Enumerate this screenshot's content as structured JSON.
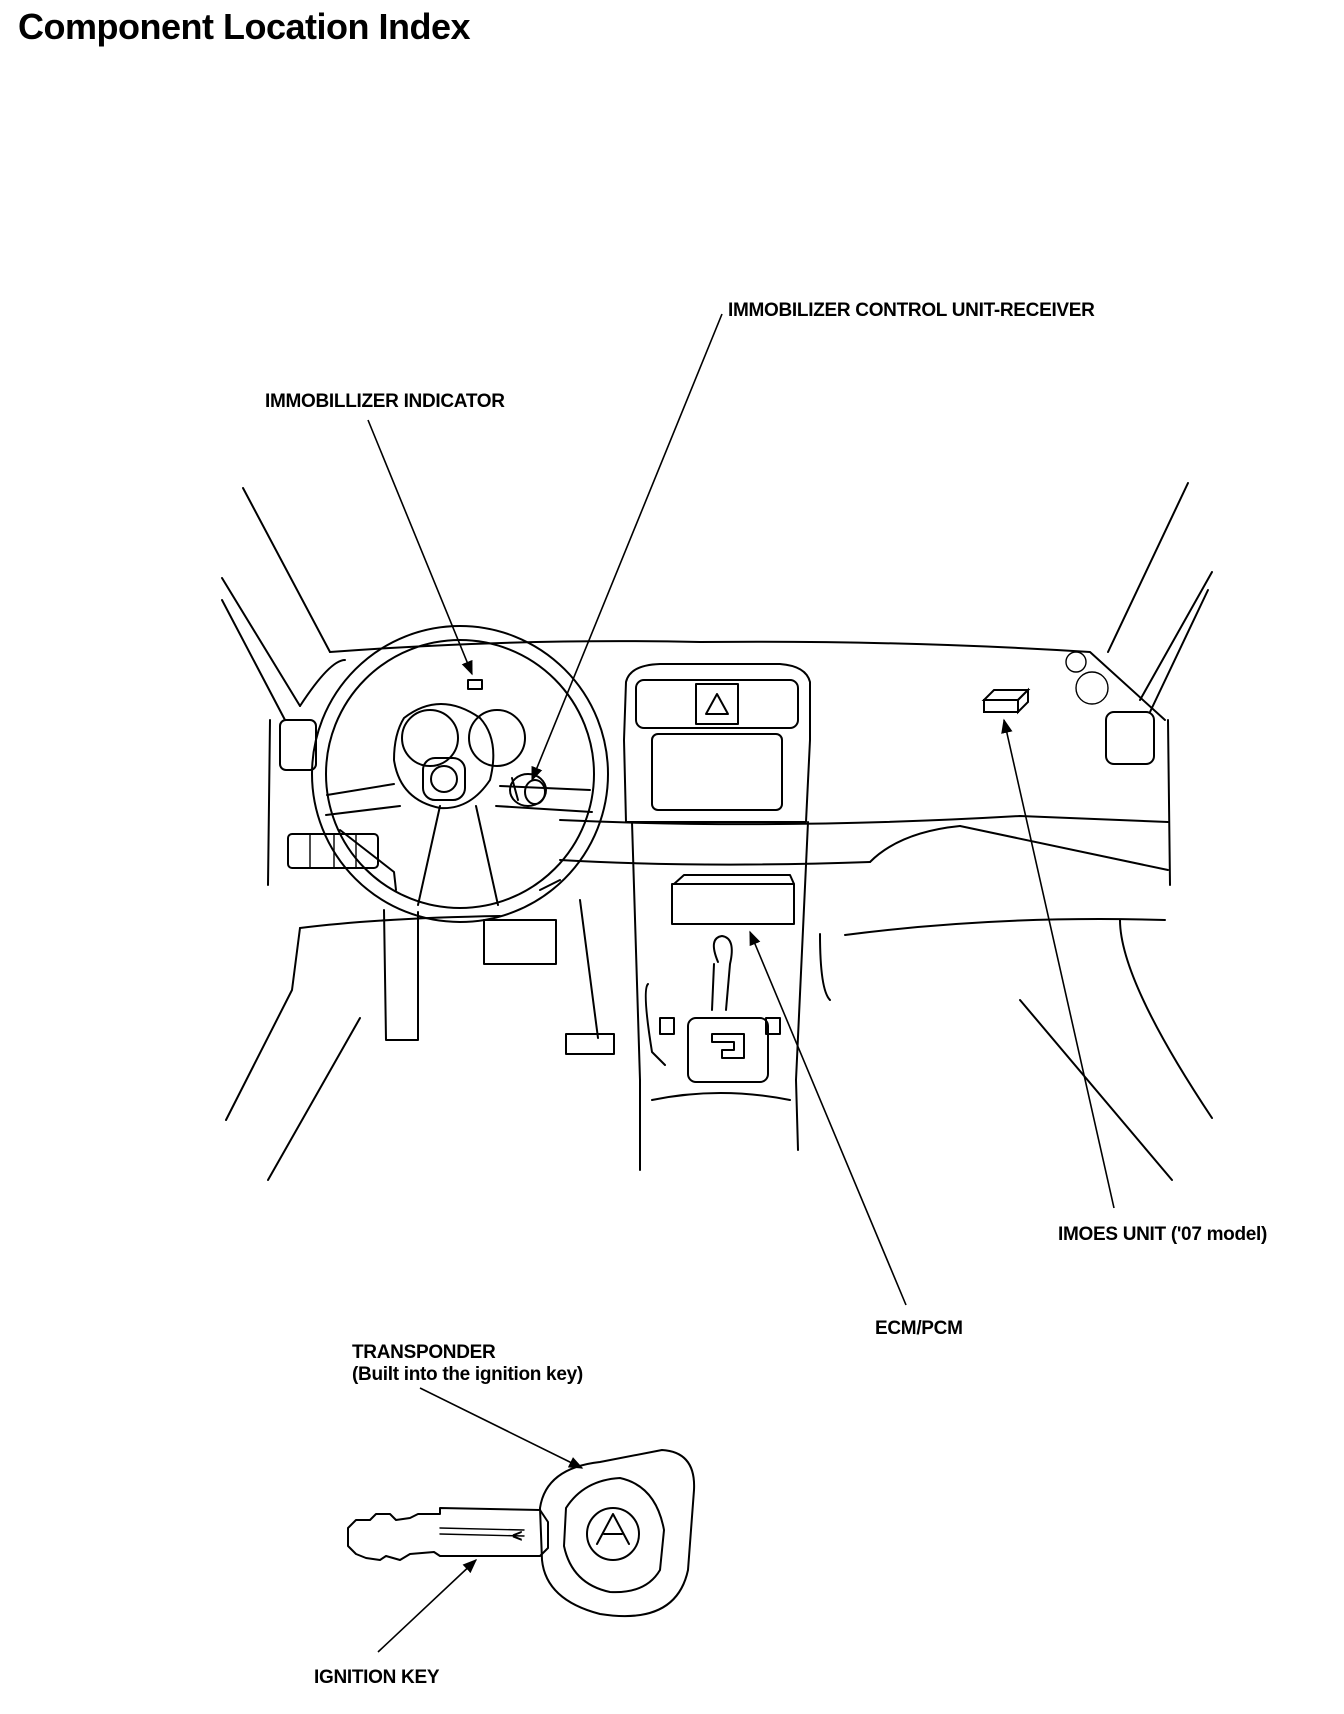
{
  "title": "Component Location Index",
  "labels": {
    "immobilizer_control_unit": "IMMOBILIZER CONTROL UNIT-RECEIVER",
    "immobilizer_indicator": "IMMOBILLIZER INDICATOR",
    "imoes_unit": "IMOES UNIT ('07 model)",
    "ecm_pcm": "ECM/PCM",
    "transponder": "TRANSPONDER",
    "transponder_note": "(Built into the ignition key)",
    "ignition_key": "IGNITION KEY"
  },
  "key_mark": "<"
}
